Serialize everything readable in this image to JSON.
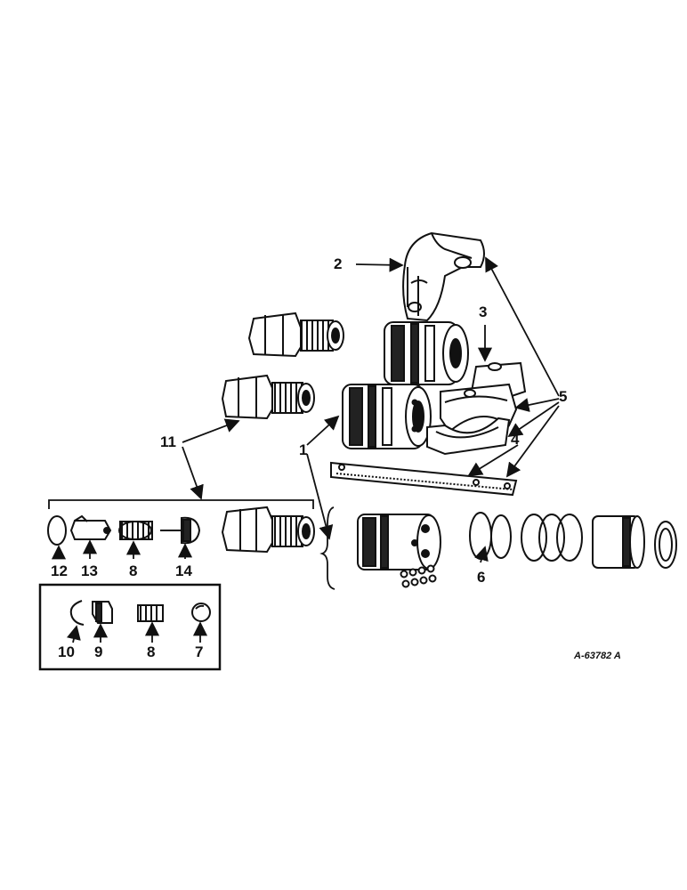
{
  "diagram": {
    "drawing_number": "A-63782 A",
    "callouts": {
      "c1": "1",
      "c2": "2",
      "c3": "3",
      "c4": "4",
      "c5": "5",
      "c6": "6",
      "c7": "7",
      "c8a": "8",
      "c8b": "8",
      "c9": "9",
      "c10": "10",
      "c11": "11",
      "c12": "12",
      "c13": "13",
      "c14": "14"
    }
  },
  "colors": {
    "ink": "#111111",
    "paper": "#ffffff"
  }
}
